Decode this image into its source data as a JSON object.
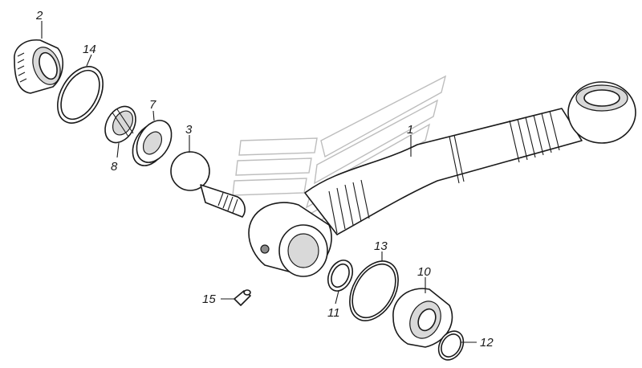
{
  "callouts": [
    {
      "id": "1",
      "label": "1"
    },
    {
      "id": "2",
      "label": "2"
    },
    {
      "id": "3",
      "label": "3"
    },
    {
      "id": "7",
      "label": "7"
    },
    {
      "id": "8",
      "label": "8"
    },
    {
      "id": "10",
      "label": "10"
    },
    {
      "id": "11",
      "label": "11"
    },
    {
      "id": "12",
      "label": "12"
    },
    {
      "id": "13",
      "label": "13"
    },
    {
      "id": "14",
      "label": "14"
    },
    {
      "id": "15",
      "label": "15"
    }
  ],
  "colors": {
    "line": "#1a1a1a",
    "background": "#ffffff",
    "watermark": "#bdbdbd"
  }
}
